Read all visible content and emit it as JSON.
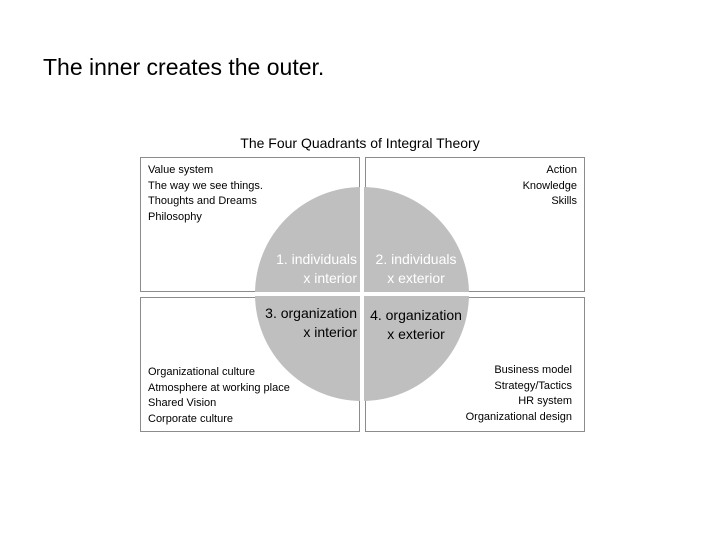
{
  "slide": {
    "title": "The inner creates the outer."
  },
  "diagram": {
    "title": "The Four Quadrants of Integral Theory",
    "quadrants": [
      {
        "id": "q1",
        "items": [
          "Value system",
          "The way we see things.",
          "Thoughts and Dreams",
          "Philosophy"
        ],
        "label_line1": "1. individuals",
        "label_line2": "x interior"
      },
      {
        "id": "q2",
        "items": [
          "Action",
          "Knowledge",
          "Skills"
        ],
        "label_line1": "2. individuals",
        "label_line2": "x exterior"
      },
      {
        "id": "q3",
        "items": [
          "Organizational culture",
          "Atmosphere at working place",
          "Shared Vision",
          "Corporate culture"
        ],
        "label_line1": "3. organization",
        "label_line2": "x interior"
      },
      {
        "id": "q4",
        "items": [
          "Business model",
          "Strategy/Tactics",
          "HR system",
          "Organizational design"
        ],
        "label_line1": "4. organization",
        "label_line2": "x exterior"
      }
    ],
    "colors": {
      "circle_fill": "#bfbfbf",
      "circle_divider": "#ffffff",
      "box_border": "#8c8c8c",
      "upper_label_text": "#ffffff",
      "lower_label_text": "#000000"
    }
  }
}
